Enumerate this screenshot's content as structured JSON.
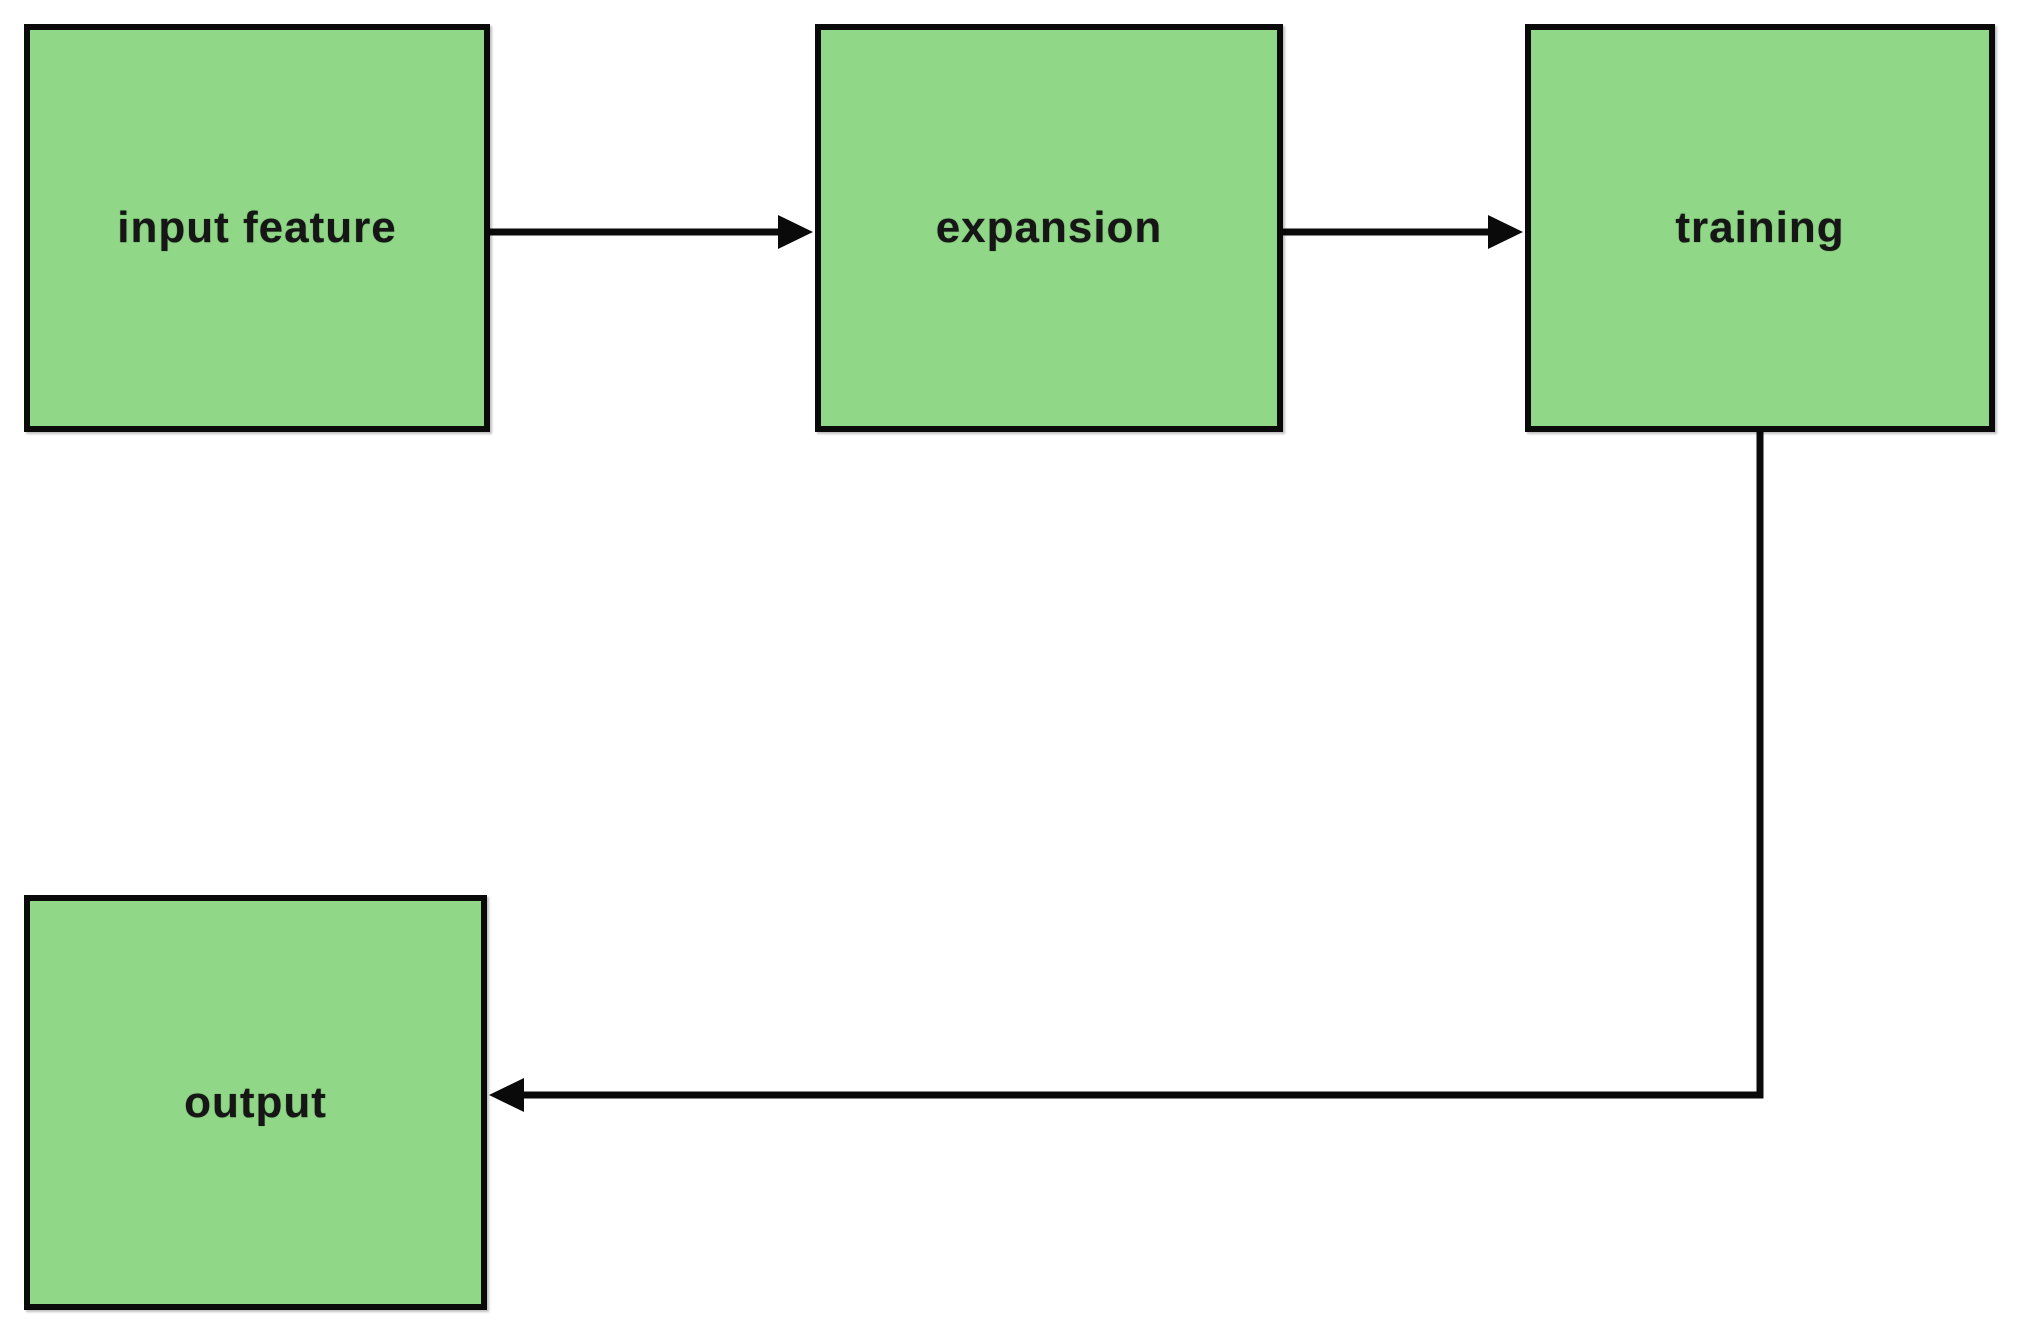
{
  "diagram": {
    "type": "flowchart",
    "nodes": [
      {
        "id": "input-feature",
        "label": "input feature"
      },
      {
        "id": "expansion",
        "label": "expansion"
      },
      {
        "id": "training",
        "label": "training"
      },
      {
        "id": "output",
        "label": "output"
      }
    ],
    "edges": [
      {
        "from": "input feature",
        "to": "expansion",
        "direction": "right"
      },
      {
        "from": "expansion",
        "to": "training",
        "direction": "right"
      },
      {
        "from": "training",
        "to": "output",
        "direction": "down-then-left"
      }
    ],
    "colors": {
      "node_fill": "#90d787",
      "node_border": "#0a0a0a",
      "arrow": "#0a0a0a",
      "text": "#161616",
      "background": "#ffffff"
    }
  }
}
